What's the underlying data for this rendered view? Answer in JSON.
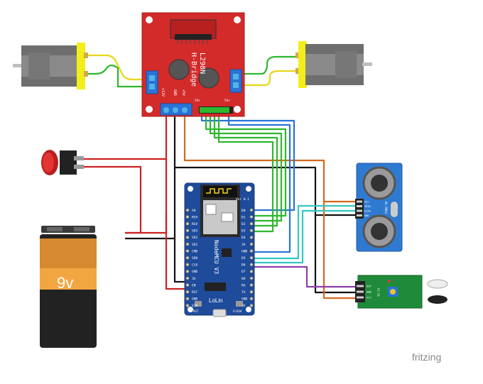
{
  "hbridge": {
    "title": "L298N",
    "subtitle": "H-Bridge",
    "pin_12v": "+12V",
    "pin_gnd": "GND",
    "pin_5v": "+5V",
    "pin_5v_top": "5V+",
    "pin_5v_top2": "5V+"
  },
  "nodemcu": {
    "title": "NodeMCU V3",
    "version": "Ver 0.1",
    "maker": "LoLin",
    "rst_label": "RST",
    "flash_label": "FLASH",
    "left_pins": [
      "A0",
      "RSV",
      "RSV",
      "SD3",
      "SD2",
      "SD1",
      "CMD",
      "SD0",
      "CLK",
      "GND",
      "3V",
      "EN",
      "RST",
      "GND",
      "VIN"
    ],
    "right_pins": [
      "D0",
      "D1",
      "D2",
      "D3",
      "D4",
      "3V",
      "GND",
      "D5",
      "D6",
      "D7",
      "D8",
      "RX",
      "TX",
      "GND",
      "3V"
    ]
  },
  "battery": {
    "label": "9v"
  },
  "ultrasonic": {
    "pins": [
      "VCC",
      "TRIG",
      "ECHO",
      "GND"
    ],
    "model": "HC-SR04"
  },
  "ir_sensor": {
    "pins": [
      "OUT",
      "GND",
      "VCC"
    ],
    "label": "FC-51"
  },
  "watermark": "fritzing",
  "colors": {
    "board_red": "#d32a2a",
    "board_blue": "#1e4b9a",
    "wire_red": "#cc2222",
    "wire_black": "#111111",
    "wire_orange": "#d2691e",
    "wire_green": "#2db82d",
    "wire_blue": "#2a73d9",
    "wire_cyan": "#35c6c6",
    "wire_purple": "#8e3fa8",
    "wire_yellow": "#f2e01e",
    "motor_gray": "#8a8a8a",
    "ultrasonic_blue": "#2f7ad1",
    "ir_green": "#1f8b3a"
  }
}
